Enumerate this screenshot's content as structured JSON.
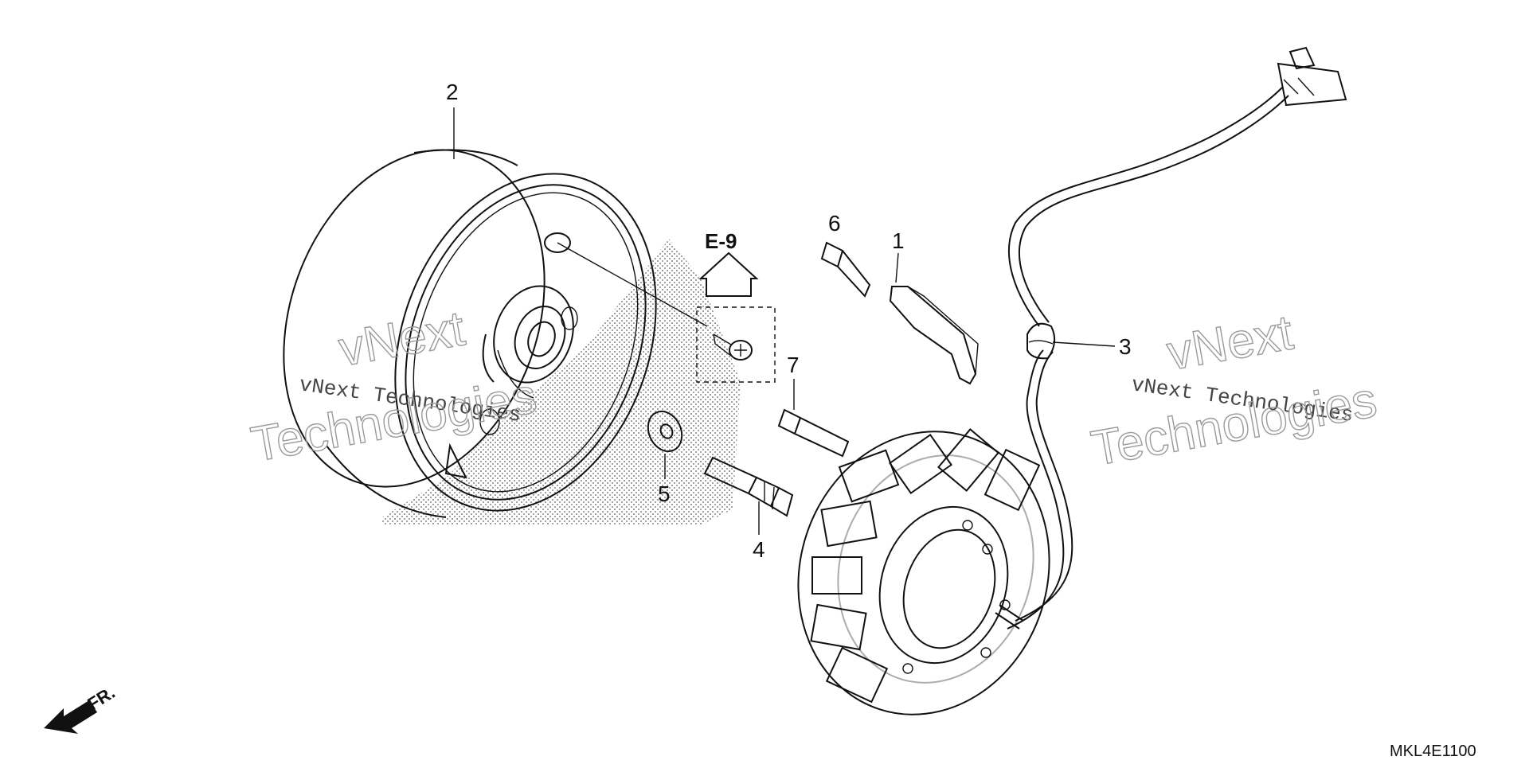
{
  "diagram": {
    "code": "MKL4E1100",
    "reference": "E-9",
    "direction": "FR.",
    "watermark": {
      "line1": "vNext Technologies",
      "line2_top": "vNext",
      "line2_bottom": "Technologies"
    },
    "callouts": [
      {
        "id": "1",
        "label": "1"
      },
      {
        "id": "2",
        "label": "2"
      },
      {
        "id": "3",
        "label": "3"
      },
      {
        "id": "4",
        "label": "4"
      },
      {
        "id": "5",
        "label": "5"
      },
      {
        "id": "6",
        "label": "6"
      },
      {
        "id": "7",
        "label": "7"
      }
    ]
  }
}
